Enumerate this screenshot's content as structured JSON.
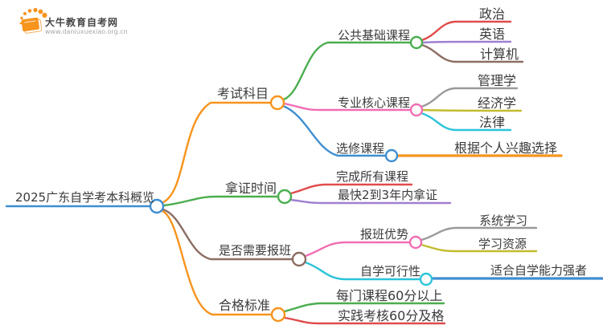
{
  "logo": {
    "title": "大牛教育自考网",
    "url": "www.daniuxuexiao.org.cn",
    "icon": "book-sunburst-icon"
  },
  "palette": {
    "blue": "#3e8ed0",
    "orange": "#f7941e",
    "green": "#4bae4f",
    "brown": "#8d6e63",
    "pink": "#f06eb4",
    "red": "#e04b4b",
    "purple": "#9f7fd1",
    "gray": "#9a9a9a",
    "olive": "#c2bc2d",
    "cyan": "#2bc4da",
    "text": "#3b3b3b",
    "logo_orange": "#f7941e"
  },
  "mindmap": {
    "root": {
      "label": "2025广东自学考本科概览",
      "color": "blue"
    },
    "branches": [
      {
        "label": "考试科目",
        "color": "orange",
        "children": [
          {
            "label": "公共基础课程",
            "color": "green",
            "children": [
              {
                "label": "政治",
                "color": "red"
              },
              {
                "label": "英语",
                "color": "purple"
              },
              {
                "label": "计算机",
                "color": "brown"
              }
            ]
          },
          {
            "label": "专业核心课程",
            "color": "pink",
            "children": [
              {
                "label": "管理学",
                "color": "gray"
              },
              {
                "label": "经济学",
                "color": "olive"
              },
              {
                "label": "法律",
                "color": "cyan"
              }
            ]
          },
          {
            "label": "选修课程",
            "color": "blue",
            "children": [
              {
                "label": "根据个人兴趣选择",
                "color": "orange"
              }
            ]
          }
        ]
      },
      {
        "label": "拿证时间",
        "color": "green",
        "children": [
          {
            "label": "完成所有课程",
            "color": "red"
          },
          {
            "label": "最快2到3年内拿证",
            "color": "purple"
          }
        ]
      },
      {
        "label": "是否需要报班",
        "color": "brown",
        "children": [
          {
            "label": "报班优势",
            "color": "pink",
            "children": [
              {
                "label": "系统学习",
                "color": "gray"
              },
              {
                "label": "学习资源",
                "color": "olive"
              }
            ]
          },
          {
            "label": "自学可行性",
            "color": "cyan",
            "children": [
              {
                "label": "适合自学能力强者",
                "color": "blue"
              }
            ]
          }
        ]
      },
      {
        "label": "合格标准",
        "color": "orange",
        "children": [
          {
            "label": "每门课程60分以上",
            "color": "green"
          },
          {
            "label": "实践考核60分及格",
            "color": "red"
          }
        ]
      }
    ]
  }
}
